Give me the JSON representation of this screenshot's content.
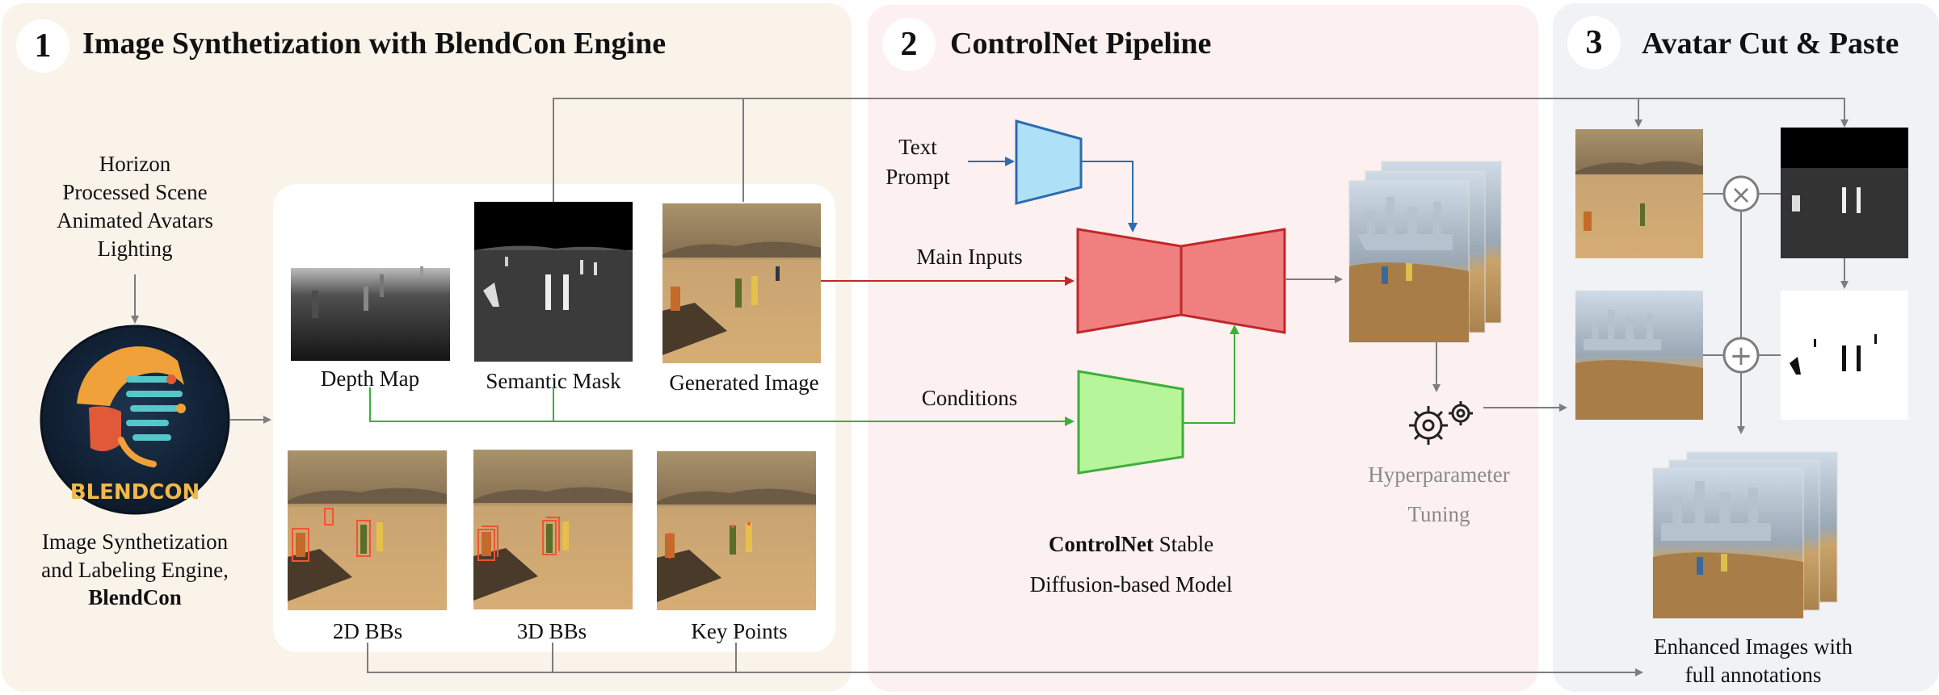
{
  "sections": [
    {
      "number": "1",
      "title": "Image Synthetization with BlendCon Engine"
    },
    {
      "number": "2",
      "title": "ControlNet Pipeline"
    },
    {
      "number": "3",
      "title": "Avatar Cut & Paste"
    }
  ],
  "engine": {
    "inputs": [
      "Horizon",
      "Processed Scene",
      "Animated Avatars",
      "Lighting"
    ],
    "logo_text": "BLENDCON",
    "caption_line1": "Image Synthetization",
    "caption_line2": "and Labeling Engine,",
    "caption_line3": "BlendCon"
  },
  "outputs": {
    "depth_map": "Depth Map",
    "semantic_mask": "Semantic Mask",
    "generated_image": "Generated Image",
    "bb2d": "2D BBs",
    "bb3d": "3D BBs",
    "key_points": "Key Points"
  },
  "pipeline": {
    "text_prompt_line1": "Text",
    "text_prompt_line2": "Prompt",
    "main_inputs": "Main Inputs",
    "conditions": "Conditions",
    "model_line1_bold": "ControlNet",
    "model_line1_rest": " Stable",
    "model_line2": "Diffusion-based Model",
    "tuning_line1": "Hyperparameter",
    "tuning_line2": "Tuning"
  },
  "cutpaste": {
    "multiply_symbol": "×",
    "plus_symbol": "+",
    "result_line1": "Enhanced Images with",
    "result_line2": "full annotations"
  },
  "colors": {
    "panel1_bg": "#faf3ea",
    "panel2_bg": "#fdf0f0",
    "panel3_bg": "#f1f2f5",
    "encoder_red": "#f08080",
    "encoder_red_stroke": "#c0282a",
    "prompt_blue": "#aee0f7",
    "prompt_blue_stroke": "#2b6cb0",
    "cond_green": "#b6f59a",
    "cond_green_stroke": "#3fae3a",
    "arrow_gray": "#7d7d7d"
  }
}
